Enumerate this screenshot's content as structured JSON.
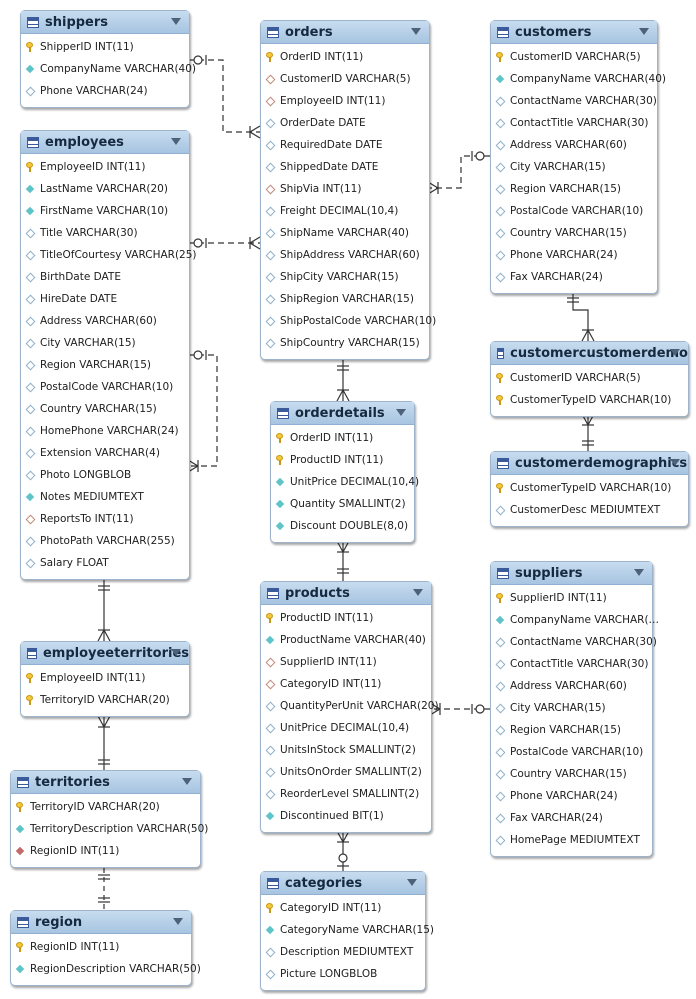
{
  "tables": [
    {
      "id": "shippers",
      "name": "shippers",
      "columns": [
        {
          "text": "ShipperID INT(11)",
          "icon": "pk"
        },
        {
          "text": "CompanyName VARCHAR(40)",
          "icon": "nn"
        },
        {
          "text": "Phone VARCHAR(24)",
          "icon": "col"
        }
      ]
    },
    {
      "id": "employees",
      "name": "employees",
      "columns": [
        {
          "text": "EmployeeID INT(11)",
          "icon": "pk"
        },
        {
          "text": "LastName VARCHAR(20)",
          "icon": "nn"
        },
        {
          "text": "FirstName VARCHAR(10)",
          "icon": "nn"
        },
        {
          "text": "Title VARCHAR(30)",
          "icon": "col"
        },
        {
          "text": "TitleOfCourtesy VARCHAR(25)",
          "icon": "col"
        },
        {
          "text": "BirthDate DATE",
          "icon": "col"
        },
        {
          "text": "HireDate DATE",
          "icon": "col"
        },
        {
          "text": "Address VARCHAR(60)",
          "icon": "col"
        },
        {
          "text": "City VARCHAR(15)",
          "icon": "col"
        },
        {
          "text": "Region VARCHAR(15)",
          "icon": "col"
        },
        {
          "text": "PostalCode VARCHAR(10)",
          "icon": "col"
        },
        {
          "text": "Country VARCHAR(15)",
          "icon": "col"
        },
        {
          "text": "HomePhone VARCHAR(24)",
          "icon": "col"
        },
        {
          "text": "Extension VARCHAR(4)",
          "icon": "col"
        },
        {
          "text": "Photo LONGBLOB",
          "icon": "col"
        },
        {
          "text": "Notes MEDIUMTEXT",
          "icon": "nn"
        },
        {
          "text": "ReportsTo INT(11)",
          "icon": "fk"
        },
        {
          "text": "PhotoPath VARCHAR(255)",
          "icon": "col"
        },
        {
          "text": "Salary FLOAT",
          "icon": "col"
        }
      ]
    },
    {
      "id": "employeeterritories",
      "name": "employeeterritories",
      "columns": [
        {
          "text": "EmployeeID INT(11)",
          "icon": "pk"
        },
        {
          "text": "TerritoryID VARCHAR(20)",
          "icon": "pk"
        }
      ]
    },
    {
      "id": "territories",
      "name": "territories",
      "columns": [
        {
          "text": "TerritoryID VARCHAR(20)",
          "icon": "pk"
        },
        {
          "text": "TerritoryDescription VARCHAR(50)",
          "icon": "nn"
        },
        {
          "text": "RegionID INT(11)",
          "icon": "fknn"
        }
      ]
    },
    {
      "id": "region",
      "name": "region",
      "columns": [
        {
          "text": "RegionID INT(11)",
          "icon": "pk"
        },
        {
          "text": "RegionDescription VARCHAR(50)",
          "icon": "nn"
        }
      ]
    },
    {
      "id": "orders",
      "name": "orders",
      "columns": [
        {
          "text": "OrderID INT(11)",
          "icon": "pk"
        },
        {
          "text": "CustomerID VARCHAR(5)",
          "icon": "fk"
        },
        {
          "text": "EmployeeID INT(11)",
          "icon": "fk"
        },
        {
          "text": "OrderDate DATE",
          "icon": "col"
        },
        {
          "text": "RequiredDate DATE",
          "icon": "col"
        },
        {
          "text": "ShippedDate DATE",
          "icon": "col"
        },
        {
          "text": "ShipVia INT(11)",
          "icon": "fk"
        },
        {
          "text": "Freight DECIMAL(10,4)",
          "icon": "col"
        },
        {
          "text": "ShipName VARCHAR(40)",
          "icon": "col"
        },
        {
          "text": "ShipAddress VARCHAR(60)",
          "icon": "col"
        },
        {
          "text": "ShipCity VARCHAR(15)",
          "icon": "col"
        },
        {
          "text": "ShipRegion VARCHAR(15)",
          "icon": "col"
        },
        {
          "text": "ShipPostalCode VARCHAR(10)",
          "icon": "col"
        },
        {
          "text": "ShipCountry VARCHAR(15)",
          "icon": "col"
        }
      ]
    },
    {
      "id": "orderdetails",
      "name": "orderdetails",
      "columns": [
        {
          "text": "OrderID INT(11)",
          "icon": "pk"
        },
        {
          "text": "ProductID INT(11)",
          "icon": "pk"
        },
        {
          "text": "UnitPrice DECIMAL(10,4)",
          "icon": "nn"
        },
        {
          "text": "Quantity SMALLINT(2)",
          "icon": "nn"
        },
        {
          "text": "Discount DOUBLE(8,0)",
          "icon": "nn"
        }
      ]
    },
    {
      "id": "products",
      "name": "products",
      "columns": [
        {
          "text": "ProductID INT(11)",
          "icon": "pk"
        },
        {
          "text": "ProductName VARCHAR(40)",
          "icon": "nn"
        },
        {
          "text": "SupplierID INT(11)",
          "icon": "fk"
        },
        {
          "text": "CategoryID INT(11)",
          "icon": "fk"
        },
        {
          "text": "QuantityPerUnit VARCHAR(20)",
          "icon": "col"
        },
        {
          "text": "UnitPrice DECIMAL(10,4)",
          "icon": "col"
        },
        {
          "text": "UnitsInStock SMALLINT(2)",
          "icon": "col"
        },
        {
          "text": "UnitsOnOrder SMALLINT(2)",
          "icon": "col"
        },
        {
          "text": "ReorderLevel SMALLINT(2)",
          "icon": "col"
        },
        {
          "text": "Discontinued BIT(1)",
          "icon": "nn"
        }
      ]
    },
    {
      "id": "categories",
      "name": "categories",
      "columns": [
        {
          "text": "CategoryID INT(11)",
          "icon": "pk"
        },
        {
          "text": "CategoryName VARCHAR(15)",
          "icon": "nn"
        },
        {
          "text": "Description MEDIUMTEXT",
          "icon": "col"
        },
        {
          "text": "Picture LONGBLOB",
          "icon": "col"
        }
      ]
    },
    {
      "id": "customers",
      "name": "customers",
      "columns": [
        {
          "text": "CustomerID VARCHAR(5)",
          "icon": "pk"
        },
        {
          "text": "CompanyName VARCHAR(40)",
          "icon": "nn"
        },
        {
          "text": "ContactName VARCHAR(30)",
          "icon": "col"
        },
        {
          "text": "ContactTitle VARCHAR(30)",
          "icon": "col"
        },
        {
          "text": "Address VARCHAR(60)",
          "icon": "col"
        },
        {
          "text": "City VARCHAR(15)",
          "icon": "col"
        },
        {
          "text": "Region VARCHAR(15)",
          "icon": "col"
        },
        {
          "text": "PostalCode VARCHAR(10)",
          "icon": "col"
        },
        {
          "text": "Country VARCHAR(15)",
          "icon": "col"
        },
        {
          "text": "Phone VARCHAR(24)",
          "icon": "col"
        },
        {
          "text": "Fax VARCHAR(24)",
          "icon": "col"
        }
      ]
    },
    {
      "id": "customercustomerdemo",
      "name": "customercustomerdemo",
      "columns": [
        {
          "text": "CustomerID VARCHAR(5)",
          "icon": "pk"
        },
        {
          "text": "CustomerTypeID VARCHAR(10)",
          "icon": "pk"
        }
      ]
    },
    {
      "id": "customerdemographics",
      "name": "customerdemographics",
      "columns": [
        {
          "text": "CustomerTypeID VARCHAR(10)",
          "icon": "pk"
        },
        {
          "text": "CustomerDesc MEDIUMTEXT",
          "icon": "col"
        }
      ]
    },
    {
      "id": "suppliers",
      "name": "suppliers",
      "columns": [
        {
          "text": "SupplierID INT(11)",
          "icon": "pk"
        },
        {
          "text": "CompanyName VARCHAR(…",
          "icon": "nn"
        },
        {
          "text": "ContactName VARCHAR(30)",
          "icon": "col"
        },
        {
          "text": "ContactTitle VARCHAR(30)",
          "icon": "col"
        },
        {
          "text": "Address VARCHAR(60)",
          "icon": "col"
        },
        {
          "text": "City VARCHAR(15)",
          "icon": "col"
        },
        {
          "text": "Region VARCHAR(15)",
          "icon": "col"
        },
        {
          "text": "PostalCode VARCHAR(10)",
          "icon": "col"
        },
        {
          "text": "Country VARCHAR(15)",
          "icon": "col"
        },
        {
          "text": "Phone VARCHAR(24)",
          "icon": "col"
        },
        {
          "text": "Fax VARCHAR(24)",
          "icon": "col"
        },
        {
          "text": "HomePage MEDIUMTEXT",
          "icon": "col"
        }
      ]
    }
  ],
  "relationships": [
    {
      "from": "shippers",
      "to": "orders"
    },
    {
      "from": "employees",
      "to": "orders"
    },
    {
      "from": "employees",
      "to": "employees"
    },
    {
      "from": "employees",
      "to": "employeeterritories"
    },
    {
      "from": "territories",
      "to": "employeeterritories"
    },
    {
      "from": "region",
      "to": "territories"
    },
    {
      "from": "customers",
      "to": "orders"
    },
    {
      "from": "customers",
      "to": "customercustomerdemo"
    },
    {
      "from": "customerdemographics",
      "to": "customercustomerdemo"
    },
    {
      "from": "orders",
      "to": "orderdetails"
    },
    {
      "from": "products",
      "to": "orderdetails"
    },
    {
      "from": "categories",
      "to": "products"
    },
    {
      "from": "suppliers",
      "to": "products"
    }
  ]
}
